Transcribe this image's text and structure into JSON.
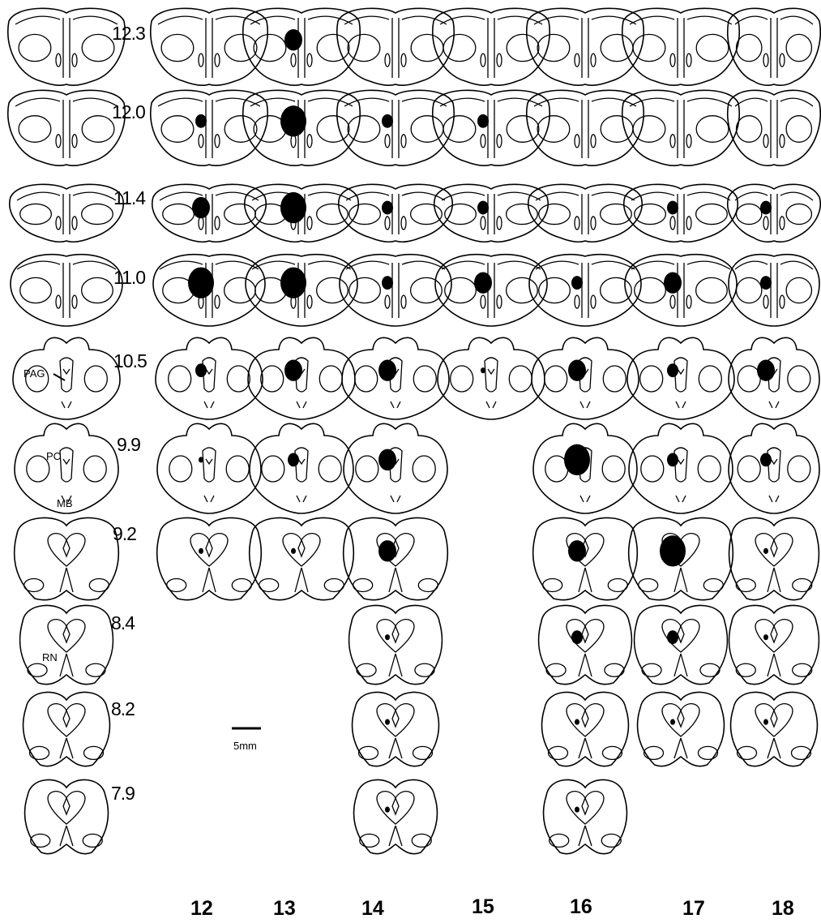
{
  "figure": {
    "levels": [
      "12.3",
      "12.0",
      "11.4",
      "11.0",
      "10.5",
      "9.9",
      "9.2",
      "8.4",
      "8.2",
      "7.9"
    ],
    "columns": [
      "12",
      "13",
      "14",
      "15",
      "16",
      "17",
      "18"
    ],
    "anatomy_labels": [
      "PAG",
      "PC",
      "MB",
      "RN"
    ],
    "scale_bar_label": "5mm",
    "lesions": {
      "12.3": [
        [],
        [
          "medium"
        ],
        [],
        [],
        [],
        [],
        []
      ],
      "12.0": [
        [
          "small"
        ],
        [
          "large"
        ],
        [
          "small"
        ],
        [
          "small"
        ],
        [],
        [],
        []
      ],
      "11.4": [
        [
          "medium"
        ],
        [
          "large"
        ],
        [
          "small"
        ],
        [
          "small"
        ],
        [],
        [
          "small"
        ],
        [
          "small"
        ]
      ],
      "11.0": [
        [
          "large"
        ],
        [
          "large"
        ],
        [
          "small"
        ],
        [
          "medium"
        ],
        [
          "small"
        ],
        [
          "medium"
        ],
        [
          "small"
        ]
      ],
      "10.5": [
        [
          "small"
        ],
        [
          "medium"
        ],
        [
          "medium"
        ],
        [
          "tiny"
        ],
        [
          "medium"
        ],
        [
          "small"
        ],
        [
          "medium"
        ]
      ],
      "9.9": [
        [
          "tiny"
        ],
        [
          "small"
        ],
        [
          "medium"
        ],
        null,
        [
          "large"
        ],
        [
          "small"
        ],
        [
          "small"
        ]
      ],
      "9.2": [
        [
          "tiny"
        ],
        [
          "tiny"
        ],
        [
          "medium"
        ],
        null,
        [
          "medium"
        ],
        [
          "large"
        ],
        [
          "tiny"
        ]
      ],
      "8.4": [
        null,
        null,
        [
          "tiny"
        ],
        null,
        [
          "small"
        ],
        [
          "small"
        ],
        [
          "tiny"
        ]
      ],
      "8.2": [
        null,
        null,
        [
          "tiny"
        ],
        null,
        [
          "tiny"
        ],
        [
          "tiny"
        ],
        [
          "tiny"
        ]
      ],
      "7.9": [
        null,
        null,
        [
          "tiny"
        ],
        null,
        [
          "tiny"
        ],
        null,
        null
      ]
    }
  }
}
